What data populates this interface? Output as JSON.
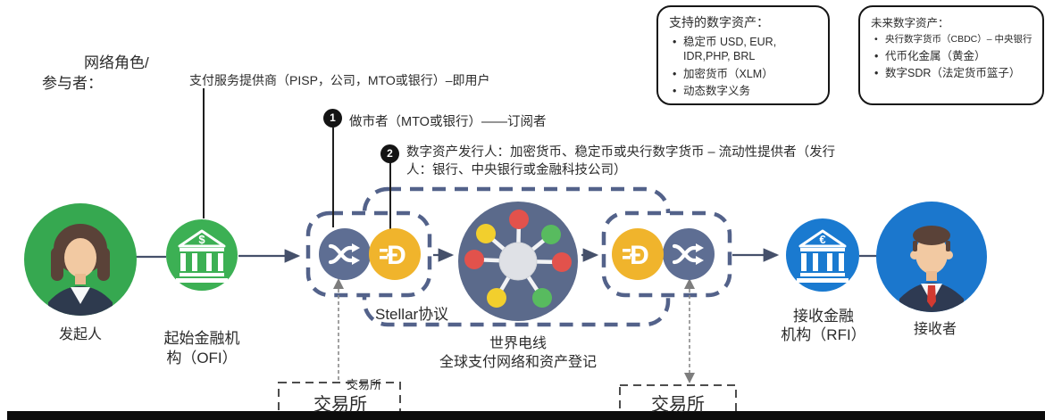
{
  "colors": {
    "green": "#36a850",
    "blue": "#1b77cd",
    "slate_dash": "#53628a",
    "gold": "#f0b42c",
    "node_red": "#e2524c",
    "node_yellow": "#f2cf2d",
    "node_green": "#58bb5f"
  },
  "annotations": {
    "roles_line1": "网络角色/",
    "roles_line2": "参与者：",
    "psp": "支付服务提供商（PISP，公司，MTO或银行）–即用户",
    "step1_num": "1",
    "step1": "做市者（MTO或银行）——订阅者",
    "step2_num": "2",
    "step2": "数字资产发行人：加密货币、稳定币或央行数字货币 – 流动性提供者（发行人：银行、中央银行或金融科技公司）"
  },
  "supported_assets": {
    "title": "支持的数字资产：",
    "items": [
      "稳定币 USD, EUR, IDR,PHP, BRL",
      "加密货币（XLM）",
      "动态数字义务"
    ]
  },
  "future_assets": {
    "title": "未来数字资产：",
    "items": [
      "央行数字货币（CBDC）– 中央银行",
      "代币化金属（黄金）",
      "数字SDR（法定货币篮子）"
    ]
  },
  "flow": {
    "originator": "发起人",
    "ofi_line1": "起始金融机",
    "ofi_line2": "构（OFI）",
    "stellar": "Stellar协议",
    "network_line1": "世界电线",
    "network_line2": "全球支付网络和资产登记",
    "rfi_line1": "接收金融",
    "rfi_line2": "机构（RFI）",
    "receiver": "接收者",
    "exchange_left": "交易所",
    "exchange_left_small": "交易所",
    "exchange_right": "交易所",
    "coin_symbol": "Đ",
    "ofi_currency": "$",
    "rfi_currency": "€"
  }
}
